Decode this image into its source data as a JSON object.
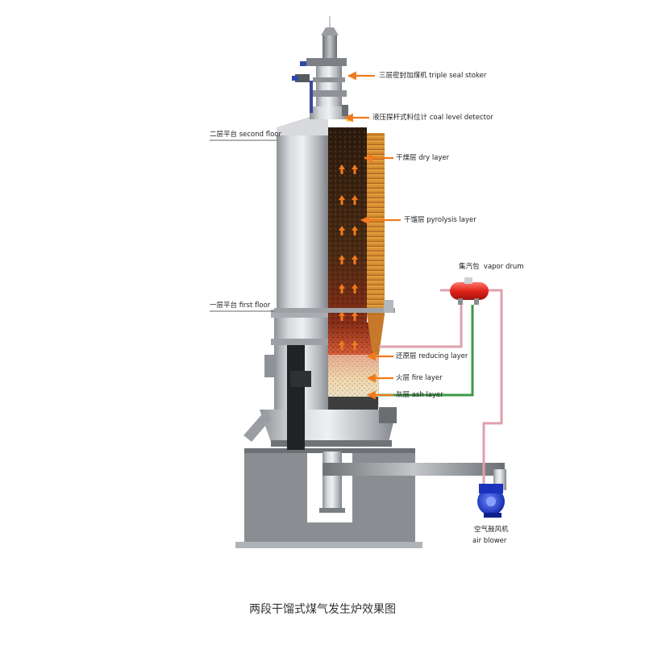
{
  "labels": {
    "stoker": "三层密封加煤机   triple seal stoker",
    "detector": "液压探杆式料位计  coal level detector",
    "dry": "干燥层    dry layer",
    "pyrolysis": "干馏层    pyrolysis layer",
    "vapor_cn": "集汽包",
    "vapor_en": "vapor drum",
    "reducing": "还原层 reducing layer",
    "fire": "火层  fire layer",
    "ash": "灰层  ash layer",
    "blower_cn": "空气鼓风机",
    "blower_en": "air blower",
    "second_floor": "二层平台 second floor",
    "first_floor": "一层平台 first floor"
  },
  "caption": "两段干馏式煤气发生炉效果图",
  "colors": {
    "arrow": "#f07a1e",
    "steel": "#b9bcbf",
    "coal": "#3a2010",
    "vapor_drum": "#e0241b",
    "steam_pipe": "#e0a0ad",
    "water_pipe": "#3a9a44",
    "blower": "#1f3fd0"
  }
}
